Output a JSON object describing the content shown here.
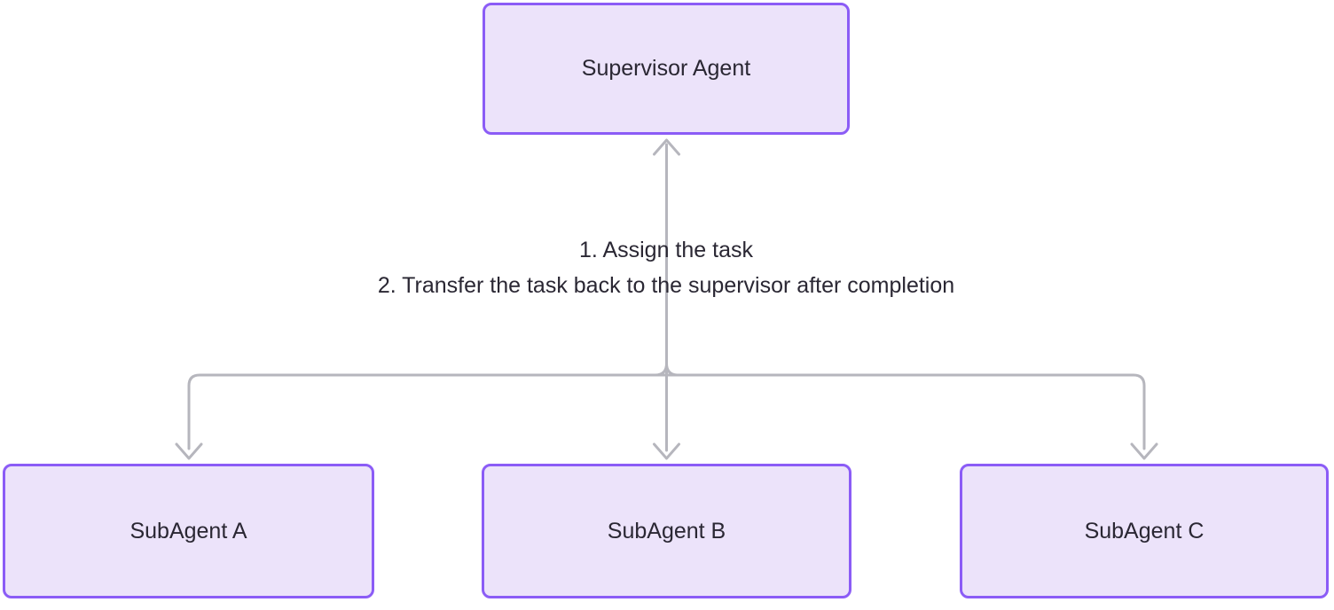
{
  "diagram": {
    "type": "flowchart",
    "background_color": "#ffffff",
    "colors": {
      "node_fill": "#ece3fa",
      "node_border": "#8b5cf6",
      "edge": "#b6b6bd",
      "text": "#2a2733"
    },
    "nodes": [
      {
        "id": "supervisor",
        "label": "Supervisor Agent",
        "role": "root"
      },
      {
        "id": "subagent-a",
        "label": "SubAgent A",
        "role": "child"
      },
      {
        "id": "subagent-b",
        "label": "SubAgent B",
        "role": "child"
      },
      {
        "id": "subagent-c",
        "label": "SubAgent C",
        "role": "child"
      }
    ],
    "edge_label": {
      "line1": "1. Assign the task",
      "line2": "2. Transfer the task back to the supervisor after completion"
    },
    "edges": [
      {
        "from": "subagents-junction",
        "to": "supervisor",
        "arrow": "up"
      },
      {
        "from": "supervisor",
        "to": "subagent-a",
        "arrow": "down"
      },
      {
        "from": "supervisor",
        "to": "subagent-b",
        "arrow": "down"
      },
      {
        "from": "supervisor",
        "to": "subagent-c",
        "arrow": "down"
      }
    ]
  }
}
